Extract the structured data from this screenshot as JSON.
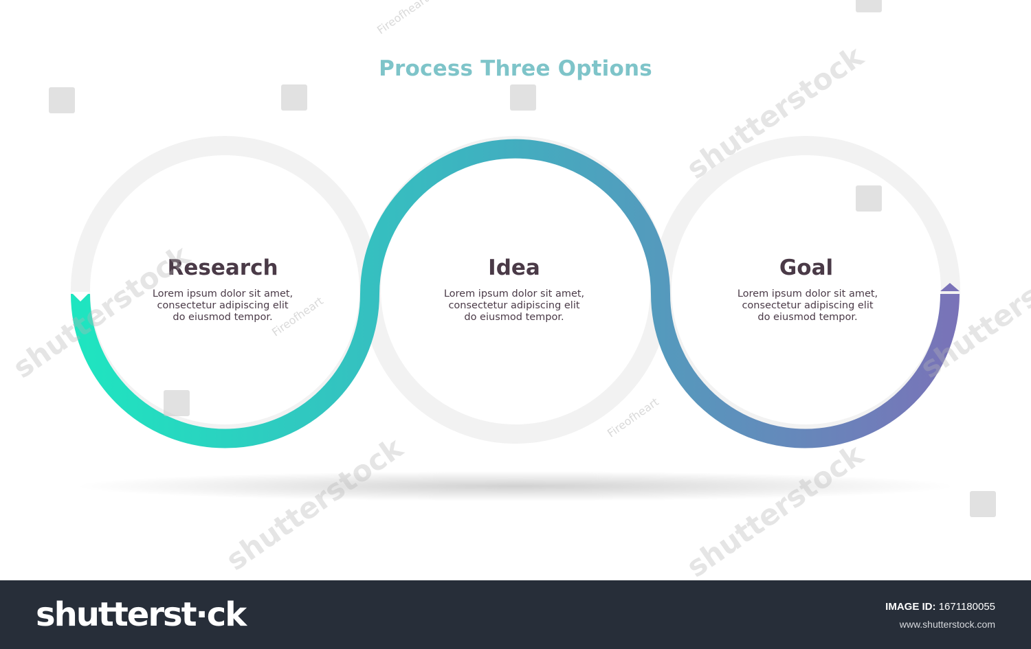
{
  "diagram": {
    "title": "Process Three Options",
    "steps": [
      {
        "label": "Research",
        "text": [
          "Lorem ipsum dolor sit amet,",
          "consectetur adipiscing elit",
          "do eiusmod tempor."
        ]
      },
      {
        "label": "Idea",
        "text": [
          "Lorem ipsum dolor sit amet,",
          "consectetur adipiscing elit",
          "do eiusmod tempor."
        ]
      },
      {
        "label": "Goal",
        "text": [
          "Lorem ipsum dolor sit amet,",
          "consectetur adipiscing elit",
          "do eiusmod tempor."
        ]
      }
    ],
    "colors": {
      "title": "#7ec4c9",
      "ring_background": "#f2f2f2",
      "gradient_start": "#1ee6c0",
      "gradient_mid": "#3db3c0",
      "gradient_end": "#7a72b8",
      "text": "#4a3a47"
    }
  },
  "watermark": {
    "brand": "shutterstock",
    "contributor": "Fireofheart"
  },
  "footer": {
    "brand": "shutterst·ck",
    "image_id_label": "IMAGE ID:",
    "image_id": "1671180055",
    "website": "www.shutterstock.com"
  }
}
